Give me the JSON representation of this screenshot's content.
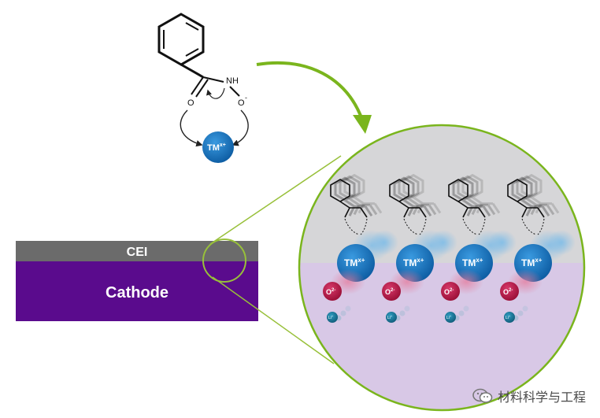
{
  "molecule": {
    "nh_label": "NH",
    "o_label": "O",
    "o_minus_label": "O",
    "o_minus_charge": "-"
  },
  "ion": {
    "tm_label": "TM",
    "tm_charge": "x+",
    "o2_label": "O",
    "o2_charge": "2-",
    "li_label": "Li",
    "li_charge": "+"
  },
  "layers": {
    "cei_label": "CEI",
    "cathode_label": "Cathode"
  },
  "colors": {
    "cei": "#6b6b6b",
    "cathode": "#5a0b8d",
    "tm_blue": "#1676c2",
    "oxygen_red": "#b81d4a",
    "li_teal": "#1c7fa0",
    "arrow_green": "#7ab51d",
    "zoom_upper": "#d6d6d8",
    "zoom_lower": "#d8c8e6"
  },
  "watermark": {
    "text": "材料科学与工程",
    "icon": "wechat-icon"
  }
}
